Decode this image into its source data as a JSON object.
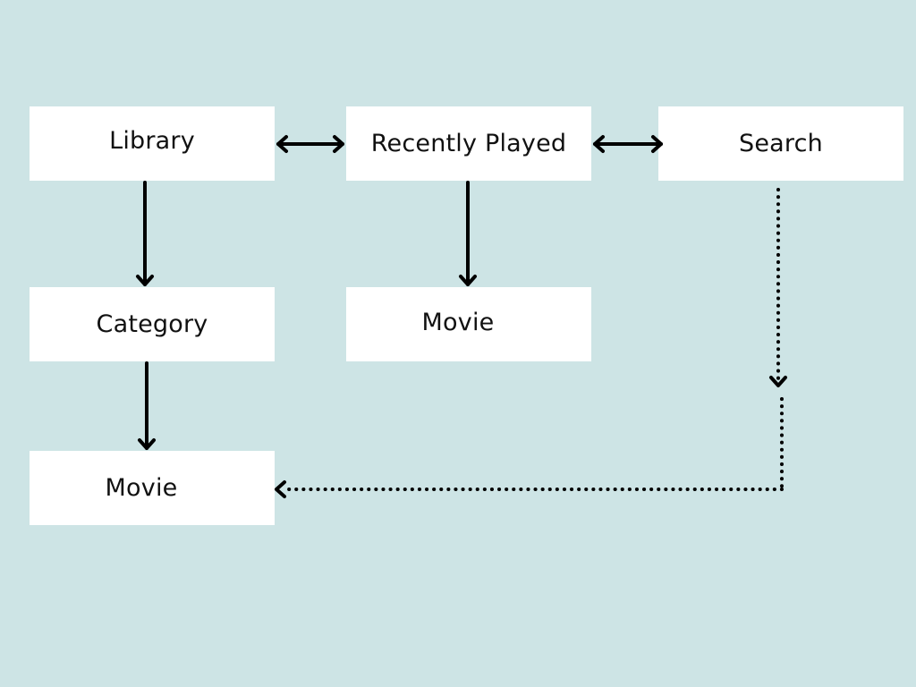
{
  "diagram": {
    "background_color": "#cde4e5",
    "nodes": {
      "library": "Library",
      "recently_played": "Recently Played",
      "search": "Search",
      "category": "Category",
      "movie_recent": "Movie",
      "movie_category": "Movie"
    },
    "edges": [
      {
        "from": "library",
        "to": "recently_played",
        "style": "solid",
        "direction": "both"
      },
      {
        "from": "recently_played",
        "to": "search",
        "style": "solid",
        "direction": "both"
      },
      {
        "from": "library",
        "to": "category",
        "style": "solid",
        "direction": "forward"
      },
      {
        "from": "category",
        "to": "movie_category",
        "style": "solid",
        "direction": "forward"
      },
      {
        "from": "recently_played",
        "to": "movie_recent",
        "style": "solid",
        "direction": "forward"
      },
      {
        "from": "search",
        "to": "movie_category",
        "style": "dotted",
        "direction": "forward"
      }
    ]
  }
}
